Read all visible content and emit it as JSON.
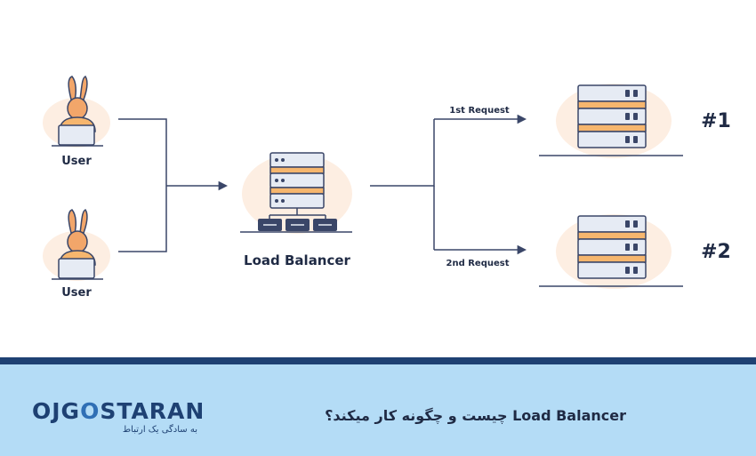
{
  "users": [
    {
      "label": "User"
    },
    {
      "label": "User"
    }
  ],
  "load_balancer": {
    "label": "Load Balancer"
  },
  "requests": [
    {
      "label": "1st Request"
    },
    {
      "label": "2nd Request"
    }
  ],
  "servers": [
    {
      "label": "#1"
    },
    {
      "label": "#2"
    }
  ],
  "footer": {
    "brand_left": "OJG",
    "brand_accent": "O",
    "brand_right": "STARAN",
    "tagline": "به سادگی یک ارتباط",
    "title": "Load Balancer چیست و چگونه کار میکند؟"
  },
  "colors": {
    "navy": "#1e4173",
    "footer_bg": "#b4dcf6",
    "line": "#3a4668",
    "server_orange": "#f6b66e",
    "server_light": "#e6ebf4",
    "skin": "#f2a66a",
    "blob": "#fdeee2"
  }
}
